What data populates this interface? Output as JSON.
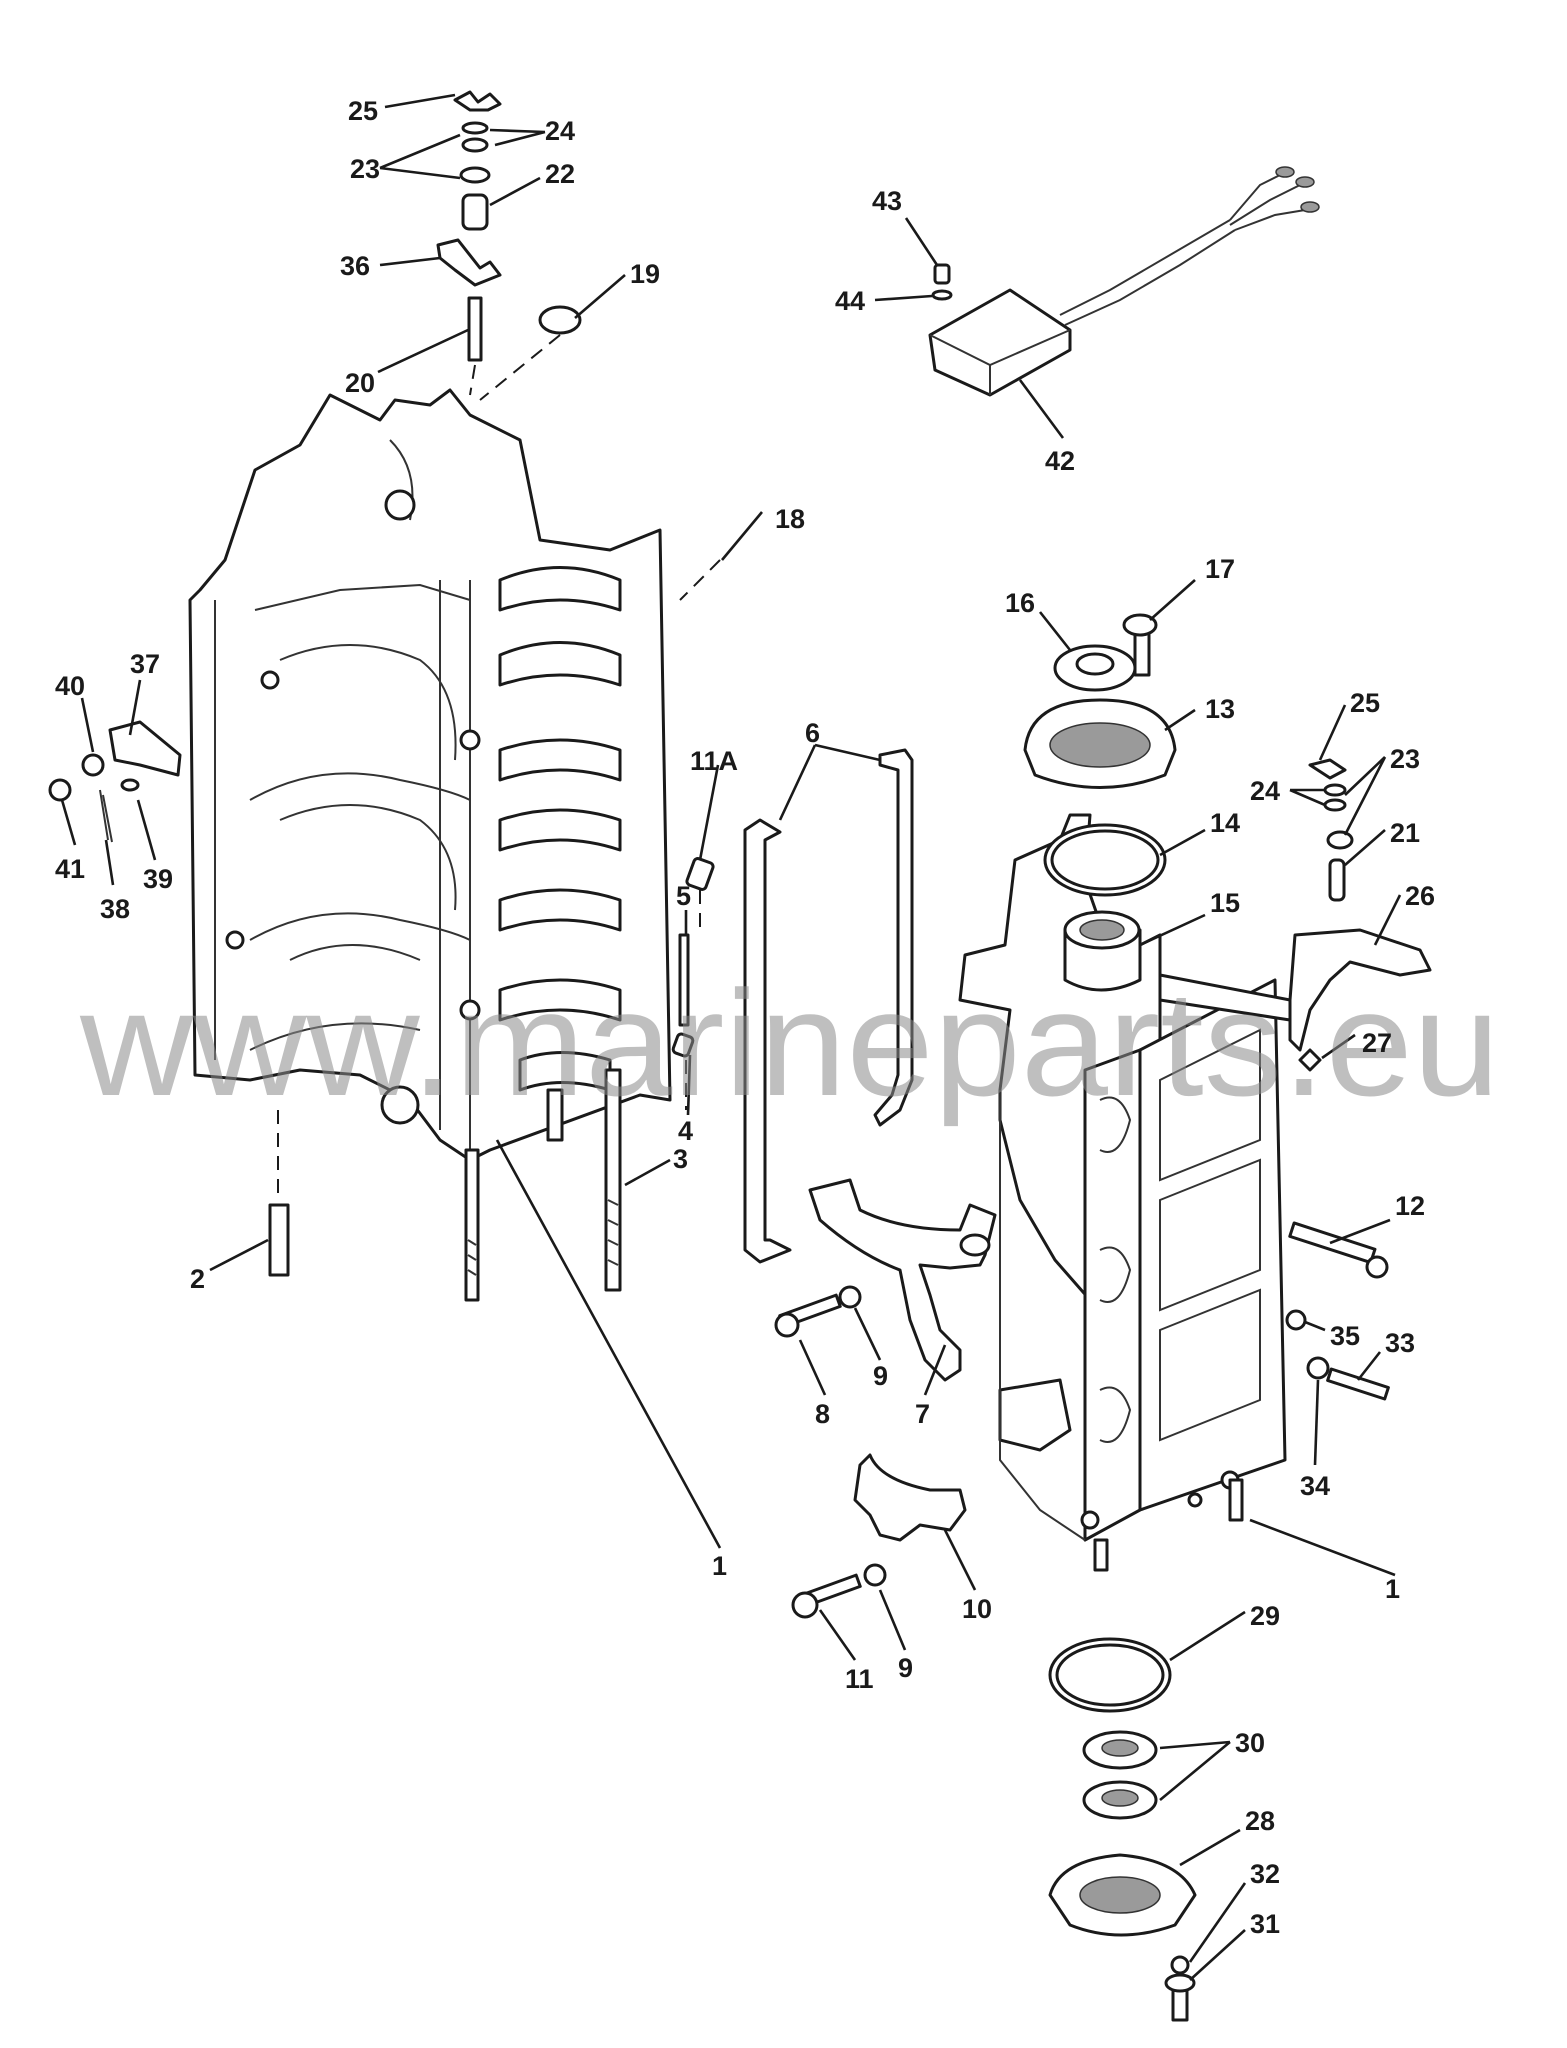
{
  "diagram": {
    "watermark": "www.marineparts.eu",
    "callouts": [
      {
        "id": "25-top",
        "label": "25"
      },
      {
        "id": "24-top",
        "label": "24"
      },
      {
        "id": "23-top",
        "label": "23"
      },
      {
        "id": "22",
        "label": "22"
      },
      {
        "id": "36",
        "label": "36"
      },
      {
        "id": "19",
        "label": "19"
      },
      {
        "id": "20",
        "label": "20"
      },
      {
        "id": "43",
        "label": "43"
      },
      {
        "id": "44",
        "label": "44"
      },
      {
        "id": "42",
        "label": "42"
      },
      {
        "id": "18",
        "label": "18"
      },
      {
        "id": "17-top",
        "label": "17"
      },
      {
        "id": "16",
        "label": "16"
      },
      {
        "id": "13",
        "label": "13"
      },
      {
        "id": "25-right",
        "label": "25"
      },
      {
        "id": "23-right",
        "label": "23"
      },
      {
        "id": "24-right",
        "label": "24"
      },
      {
        "id": "21",
        "label": "21"
      },
      {
        "id": "14",
        "label": "14"
      },
      {
        "id": "15",
        "label": "15"
      },
      {
        "id": "26",
        "label": "26"
      },
      {
        "id": "27",
        "label": "27"
      },
      {
        "id": "40",
        "label": "40"
      },
      {
        "id": "37",
        "label": "37"
      },
      {
        "id": "41",
        "label": "41"
      },
      {
        "id": "39",
        "label": "39"
      },
      {
        "id": "38",
        "label": "38"
      },
      {
        "id": "11A",
        "label": "11A"
      },
      {
        "id": "6",
        "label": "6"
      },
      {
        "id": "5",
        "label": "5"
      },
      {
        "id": "4",
        "label": "4"
      },
      {
        "id": "3",
        "label": "3"
      },
      {
        "id": "2",
        "label": "2"
      },
      {
        "id": "1-left",
        "label": "1"
      },
      {
        "id": "12",
        "label": "12"
      },
      {
        "id": "35",
        "label": "35"
      },
      {
        "id": "33",
        "label": "33"
      },
      {
        "id": "34",
        "label": "34"
      },
      {
        "id": "9-upper",
        "label": "9"
      },
      {
        "id": "8",
        "label": "8"
      },
      {
        "id": "7",
        "label": "7"
      },
      {
        "id": "1-right",
        "label": "1"
      },
      {
        "id": "10",
        "label": "10"
      },
      {
        "id": "9-lower",
        "label": "9"
      },
      {
        "id": "11",
        "label": "11"
      },
      {
        "id": "29",
        "label": "29"
      },
      {
        "id": "30",
        "label": "30"
      },
      {
        "id": "28",
        "label": "28"
      },
      {
        "id": "32",
        "label": "32"
      },
      {
        "id": "31",
        "label": "31"
      }
    ]
  }
}
